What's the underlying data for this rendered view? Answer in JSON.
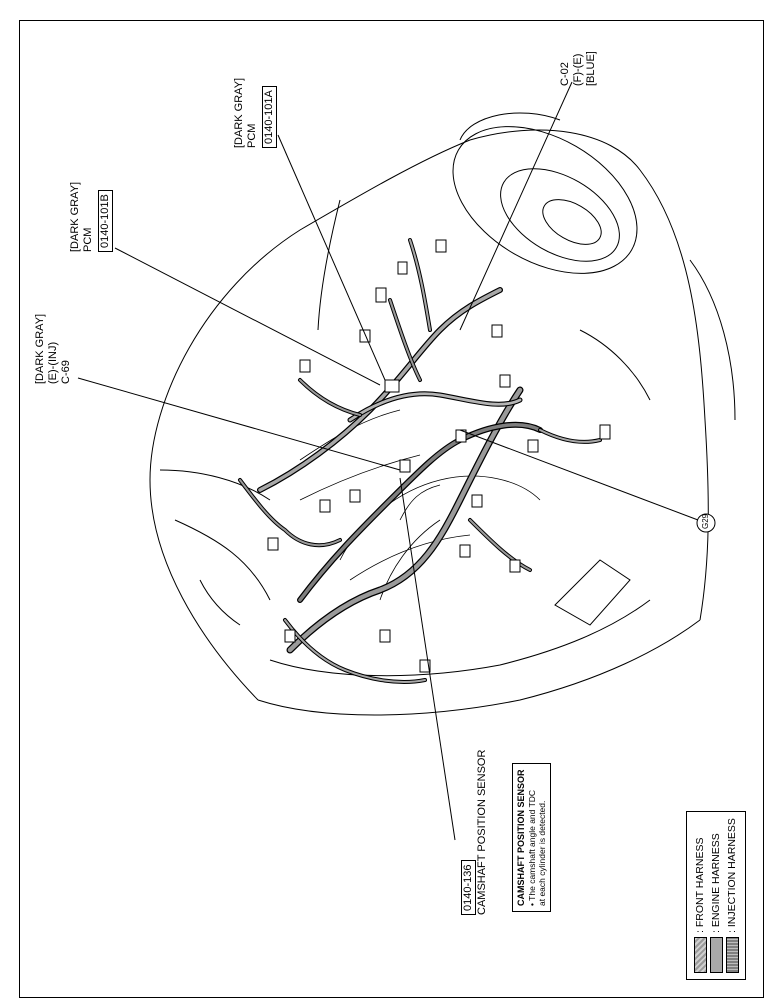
{
  "callouts": {
    "c02": {
      "code": "C-02",
      "pin": "(F)-(E)",
      "color": "[BLUE]"
    },
    "pcm_a": {
      "color": "[DARK GRAY]",
      "name": "PCM",
      "code": "0140-101A"
    },
    "pcm_b": {
      "color": "[DARK GRAY]",
      "name": "PCM",
      "code": "0140-101B"
    },
    "c69": {
      "color": "[DARK GRAY]",
      "pin": "(E)-(INJ)",
      "code": "C-69"
    },
    "camshaft": {
      "code": "0140-136",
      "name": "CAMSHAFT POSITION SENSOR"
    },
    "ground": {
      "code": "G29"
    }
  },
  "description": {
    "title": "CAMSHAFT POSITION SENSOR",
    "line1": "• The camshaft angle and TDC",
    "line2": "at each cylinder is detected."
  },
  "legend": [
    {
      "label": ": FRONT HARNESS",
      "swatch": "front-harness"
    },
    {
      "label": ": ENGINE HARNESS",
      "swatch": "engine-harness"
    },
    {
      "label": ": INJECTION HARNESS",
      "swatch": "injection-harness"
    }
  ],
  "colors": {
    "line": "#000000",
    "harness": "#8c8c8c",
    "background": "#ffffff"
  }
}
